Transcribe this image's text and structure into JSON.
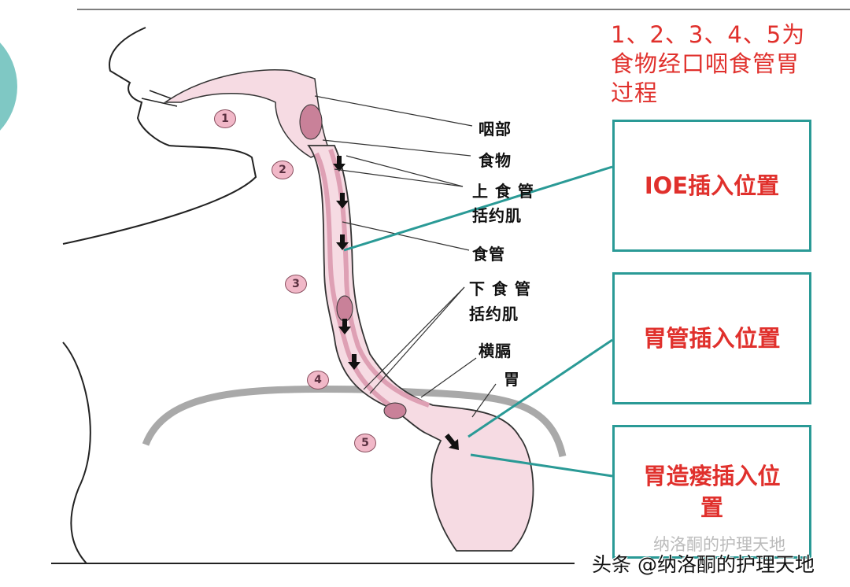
{
  "title": {
    "line1": "1、2、3、4、5为",
    "line2": "食物经口咽食管胃",
    "line3": "过程"
  },
  "boxes": {
    "ioe": "IOE插入位置",
    "gastric_tube": "胃管插入位置",
    "gastrostomy_1": "胃造瘘插入位",
    "gastrostomy_2": "置"
  },
  "labels": {
    "pharynx": "咽部",
    "food": "食物",
    "ues_1": "上 食 管",
    "ues_2": "括约肌",
    "esophagus": "食管",
    "les_1": "下 食 管",
    "les_2": "括约肌",
    "diaphragm": "横膈",
    "stomach": "胃"
  },
  "steps": [
    "1",
    "2",
    "3",
    "4",
    "5"
  ],
  "watermark": "头条 @纳洛酮的护理天地",
  "watermark_faint": "纳洛酮的护理天地",
  "colors": {
    "accent_teal": "#2a9a96",
    "text_red": "#e0302c",
    "tissue_pink": "#f6dbe3",
    "muscle_pink": "#dea0b4"
  }
}
